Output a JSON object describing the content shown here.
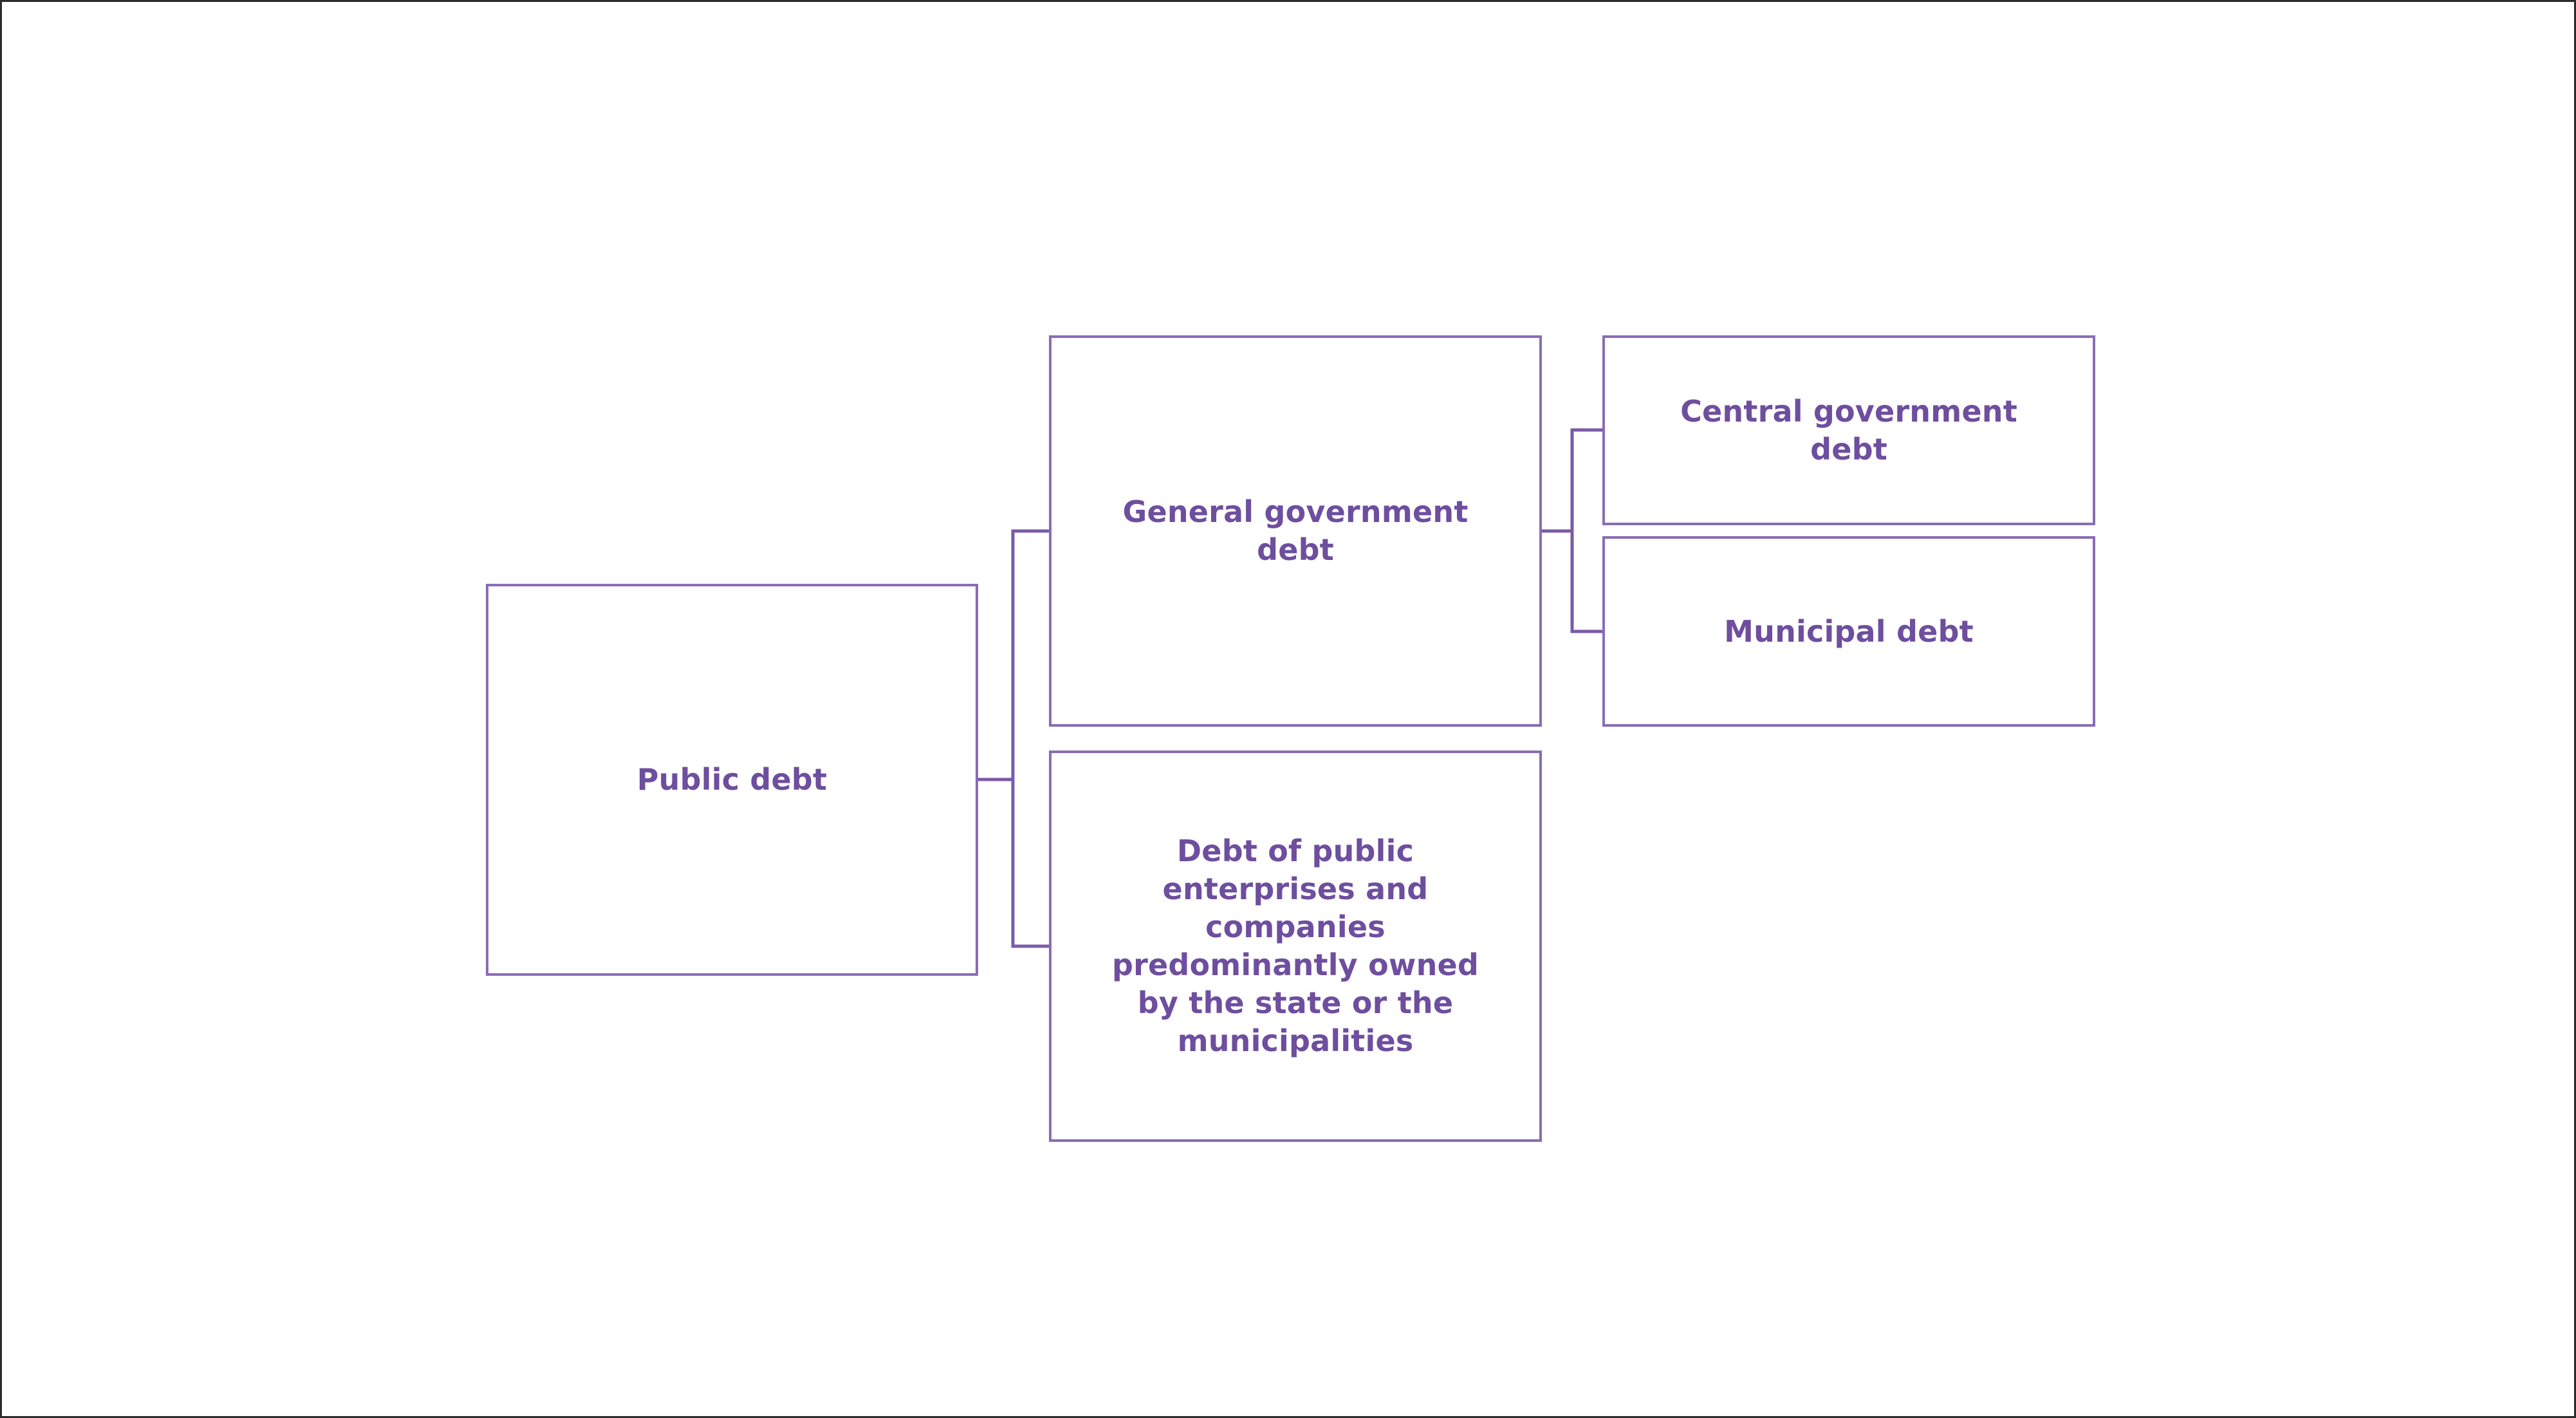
{
  "diagram": {
    "type": "hierarchy-tree",
    "orientation": "left-to-right",
    "theme": {
      "background": "#ffffff",
      "frame_border": "#2b2b2b",
      "box_border": "#8a6cb5",
      "connector": "#7a5aa8",
      "text": "#6E4E9E"
    },
    "nodes": [
      {
        "id": "public-debt",
        "label": "Public debt",
        "level": 0
      },
      {
        "id": "general-government-debt",
        "label": "General government debt",
        "level": 1
      },
      {
        "id": "debt-of-public-enterprises",
        "label": "Debt of public enterprises and companies predominantly owned by the state or the municipalities",
        "level": 1
      },
      {
        "id": "central-government-debt",
        "label": "Central government debt",
        "level": 2
      },
      {
        "id": "municipal-debt",
        "label": "Municipal debt",
        "level": 2
      }
    ],
    "edges": [
      {
        "from": "public-debt",
        "to": "general-government-debt"
      },
      {
        "from": "public-debt",
        "to": "debt-of-public-enterprises"
      },
      {
        "from": "general-government-debt",
        "to": "central-government-debt"
      },
      {
        "from": "general-government-debt",
        "to": "municipal-debt"
      }
    ]
  }
}
